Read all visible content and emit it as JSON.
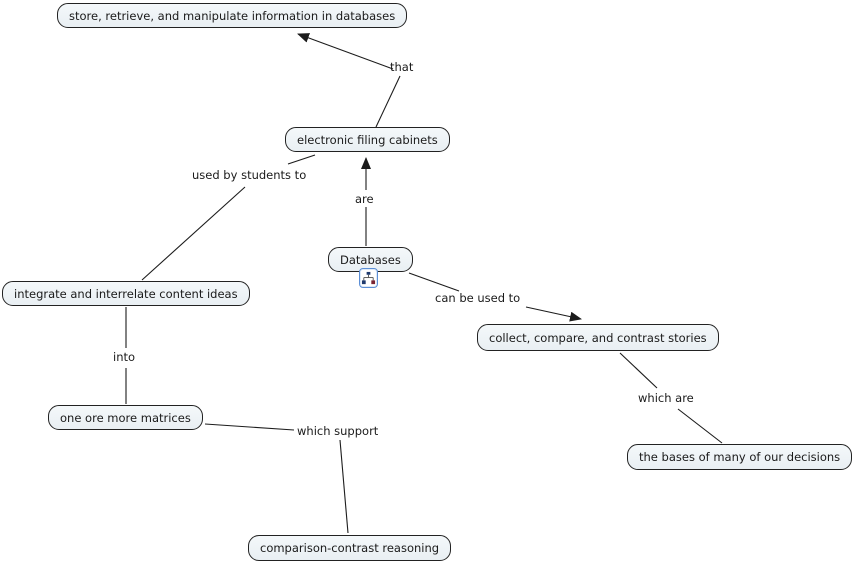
{
  "canvas": {
    "background": "#ffffff"
  },
  "colors": {
    "node_fill": "#eef3f6",
    "node_border": "#222222",
    "line": "#1c1c1c",
    "text": "#1a1a1a",
    "resource_icon_border": "#5b8ed6"
  },
  "diagram": {
    "nodes": [
      {
        "id": "store",
        "label": "store, retrieve, and manipulate information in databases"
      },
      {
        "id": "filing",
        "label": "electronic filing cabinets"
      },
      {
        "id": "databases",
        "label": "Databases",
        "resource_icon": "concept-map-resource-icon"
      },
      {
        "id": "integrate",
        "label": "integrate and interrelate content ideas"
      },
      {
        "id": "matrices",
        "label": "one ore more matrices"
      },
      {
        "id": "comparison",
        "label": "comparison-contrast reasoning"
      },
      {
        "id": "collect",
        "label": "collect, compare, and contrast stories"
      },
      {
        "id": "bases",
        "label": "the bases of many of our decisions"
      }
    ],
    "links": [
      {
        "from": "electronic filing cabinets",
        "label": "that",
        "to": "store, retrieve, and manipulate information in databases",
        "arrow": true
      },
      {
        "from": "Databases",
        "label": "are",
        "to": "electronic filing cabinets",
        "arrow": true
      },
      {
        "from": "electronic filing cabinets",
        "label": "used by students to",
        "to": "integrate and interrelate content ideas",
        "arrow": false
      },
      {
        "from": "integrate and interrelate content ideas",
        "label": "into",
        "to": "one ore more matrices",
        "arrow": false
      },
      {
        "from": "one ore more matrices",
        "label": "which support",
        "to": "comparison-contrast reasoning",
        "arrow": false
      },
      {
        "from": "Databases",
        "label": "can be used to",
        "to": "collect, compare, and contrast stories",
        "arrow": true
      },
      {
        "from": "collect, compare, and contrast stories",
        "label": "which are",
        "to": "the bases of many of our decisions",
        "arrow": false
      }
    ]
  }
}
